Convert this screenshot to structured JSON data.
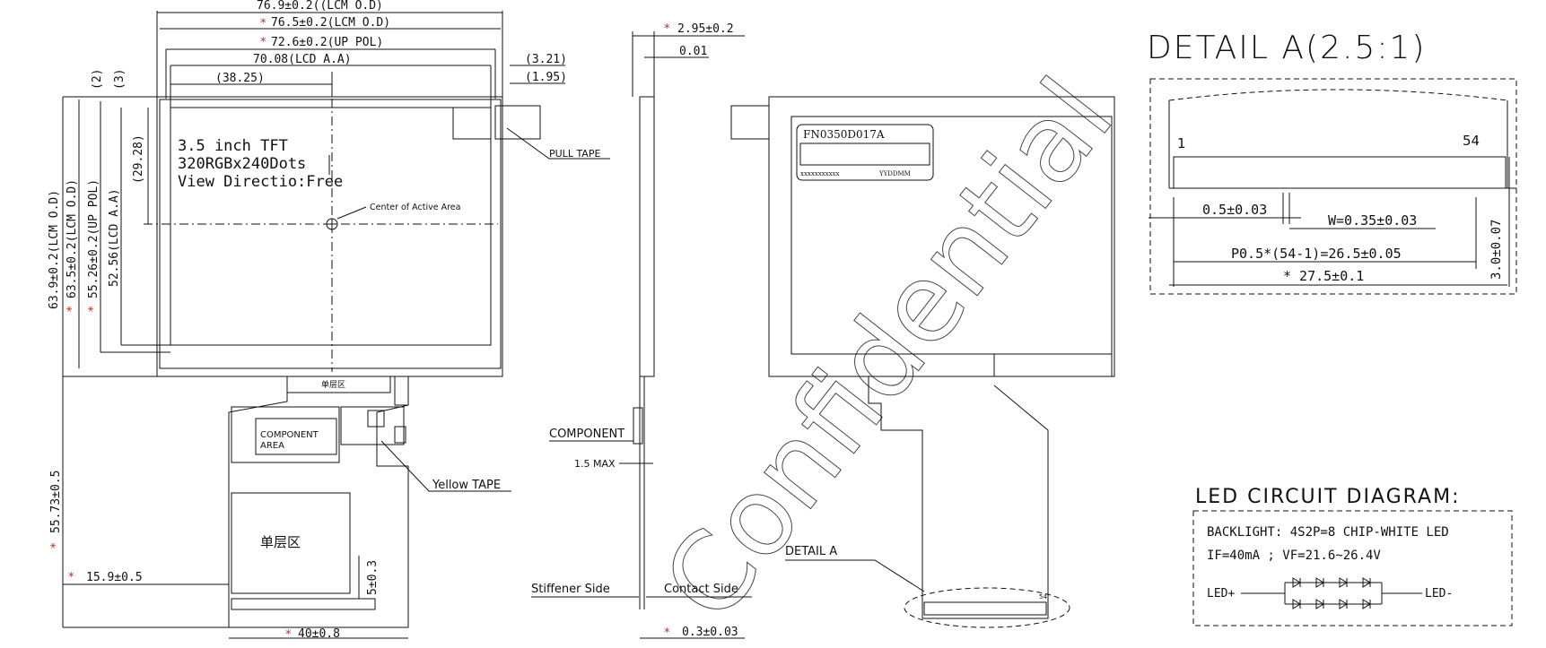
{
  "top_dims": {
    "lcm_od_w": "76.9±0.2((LCM O.D)",
    "lcm_od_w2": "76.5±0.2(LCM O.D)",
    "up_pol_w": "72.6±0.2(UP POL)",
    "lcd_aa_w": "70.08(LCD A.A)",
    "center_x": "(38.25)",
    "right_321": "(3.21)",
    "right_195": "(1.95)",
    "left_2": "(2)",
    "left_3": "(3)"
  },
  "left_dims": {
    "lcm_od_h": "63.9±0.2(LCM O.D)",
    "lcm_od_h2": "63.5±0.2(LCM O.D)",
    "up_pol_h": "55.26±0.2(UP POL)",
    "lcd_aa_h": "52.56(LCD A.A)",
    "center_y": "(29.28)",
    "fpc_len": "55.73±0.5"
  },
  "lcd_text": {
    "line1": "3.5 inch TFT",
    "line2": "320RGBx240Dots",
    "line3": "View Directio:Free"
  },
  "labels": {
    "center_active": "Center of Active Area",
    "pull_tape": "PULL TAPE",
    "component_area": [
      "COMPONENT",
      "AREA"
    ],
    "single_layer": "单层区",
    "yellow_tape": "Yellow TAPE",
    "fpc_offset": "15.9±0.5",
    "fpc_5": "5±0.3",
    "fpc_width": "40±0.8"
  },
  "side_view": {
    "thickness": "2.95±0.2",
    "offset": "0.01",
    "component": "COMPONENT",
    "max": "1.5 MAX",
    "stiffener_side": "Stiffener Side",
    "contact_side": "Contact Side",
    "fpc_thick": "0.3±0.03"
  },
  "back_view": {
    "label_code": "FN0350D017A",
    "small_left": "xxxxxxxxxxx",
    "small_right": "YYDDMM",
    "detail_a": "DETAIL A",
    "pin54": "54"
  },
  "watermark": "Confidential",
  "detail": {
    "title": "DETAIL A(2.5:1)",
    "pin_first": "1",
    "pin_last": "54",
    "offset": "0.5±0.03",
    "width": "W=0.35±0.03",
    "pitch": "P0.5*(54-1)=26.5±0.05",
    "total": "* 27.5±0.1",
    "height": "3.0±0.07"
  },
  "led": {
    "title": "LED CIRCUIT DIAGRAM:",
    "backlight": "BACKLIGHT: 4S2P=8 CHIP-WHITE LED",
    "if_vf": "IF=40mA ; VF=21.6~26.4V",
    "plus": "LED+",
    "minus": "LED-"
  },
  "colors": {
    "star": "#e02020",
    "line": "#111111"
  }
}
